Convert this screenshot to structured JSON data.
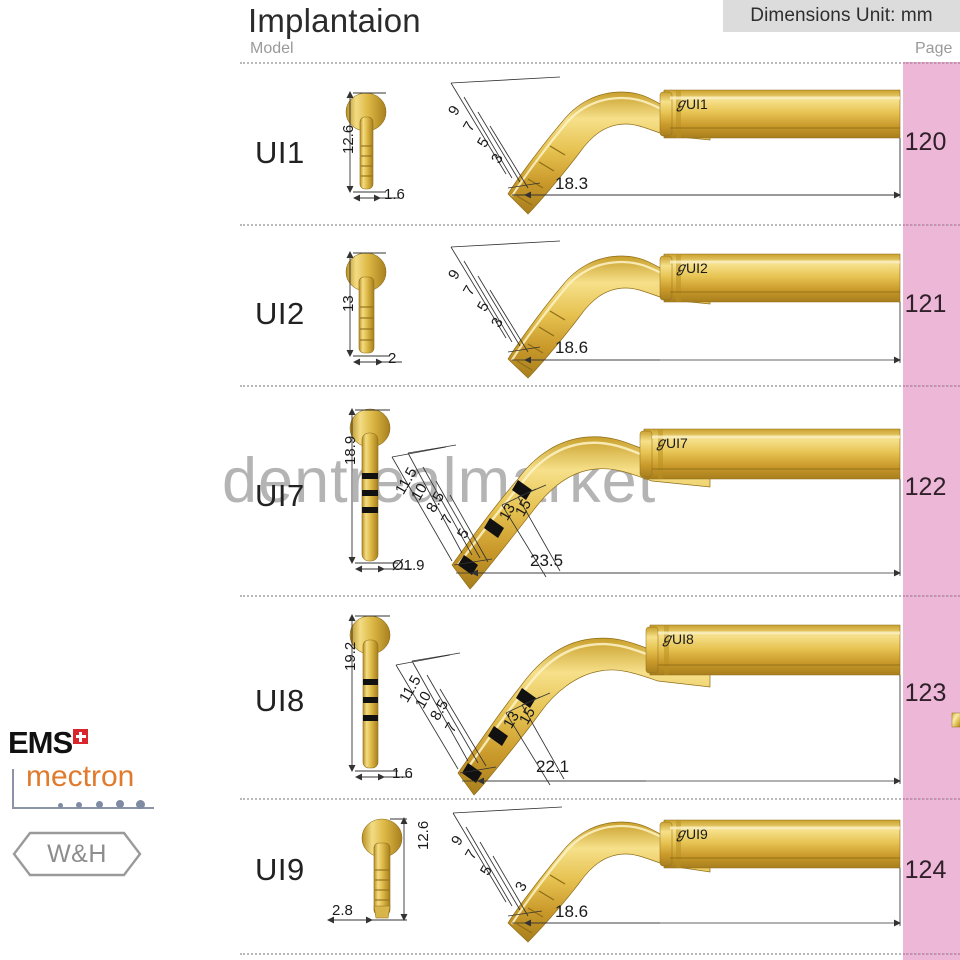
{
  "header": {
    "title": "Implantaion",
    "unit_note": "Dimensions Unit: mm",
    "col_model": "Model",
    "col_page": "Page",
    "band_color": "#dcdcdc",
    "page_col_color": "#edb8d7"
  },
  "watermark": {
    "text": "dentrealmarket",
    "color": "#a8a8a8"
  },
  "rows": [
    {
      "model": "UI1",
      "page": "120",
      "engraving": "UI1",
      "front_height": "12.6",
      "front_width": "1.6",
      "scale_marks": [
        "9",
        "7",
        "5",
        "3"
      ],
      "total_length": "18.3"
    },
    {
      "model": "UI2",
      "page": "121",
      "engraving": "UI2",
      "front_height": "13",
      "front_width": "2",
      "scale_marks": [
        "9",
        "7",
        "5",
        "3"
      ],
      "total_length": "18.6"
    },
    {
      "model": "UI7",
      "page": "122",
      "engraving": "UI7",
      "front_height": "18.9",
      "front_width": "Ø1.9",
      "scale_marks": [
        "11.5",
        "10",
        "8.5",
        "7",
        "5"
      ],
      "band_marks": [
        "13",
        "15"
      ],
      "total_length": "23.5"
    },
    {
      "model": "UI8",
      "page": "123",
      "engraving": "UI8",
      "front_height": "19.2",
      "front_width": "1.6",
      "scale_marks": [
        "11.5",
        "10",
        "8.5",
        "7"
      ],
      "band_marks": [
        "13",
        "15"
      ],
      "total_length": "22.1"
    },
    {
      "model": "UI9",
      "page": "124",
      "engraving": "UI9",
      "front_height": "12.6",
      "front_width": "2.8",
      "scale_marks": [
        "9",
        "7",
        "5",
        "3"
      ],
      "total_length": "18.6"
    }
  ],
  "logos": {
    "ems": "EMS",
    "mectron": "mectron",
    "wh": "W&H",
    "ems_color": "#111111",
    "mectron_color": "#e07b2e",
    "wh_color": "#8d8d8d",
    "cross_color": "#d8262c"
  }
}
